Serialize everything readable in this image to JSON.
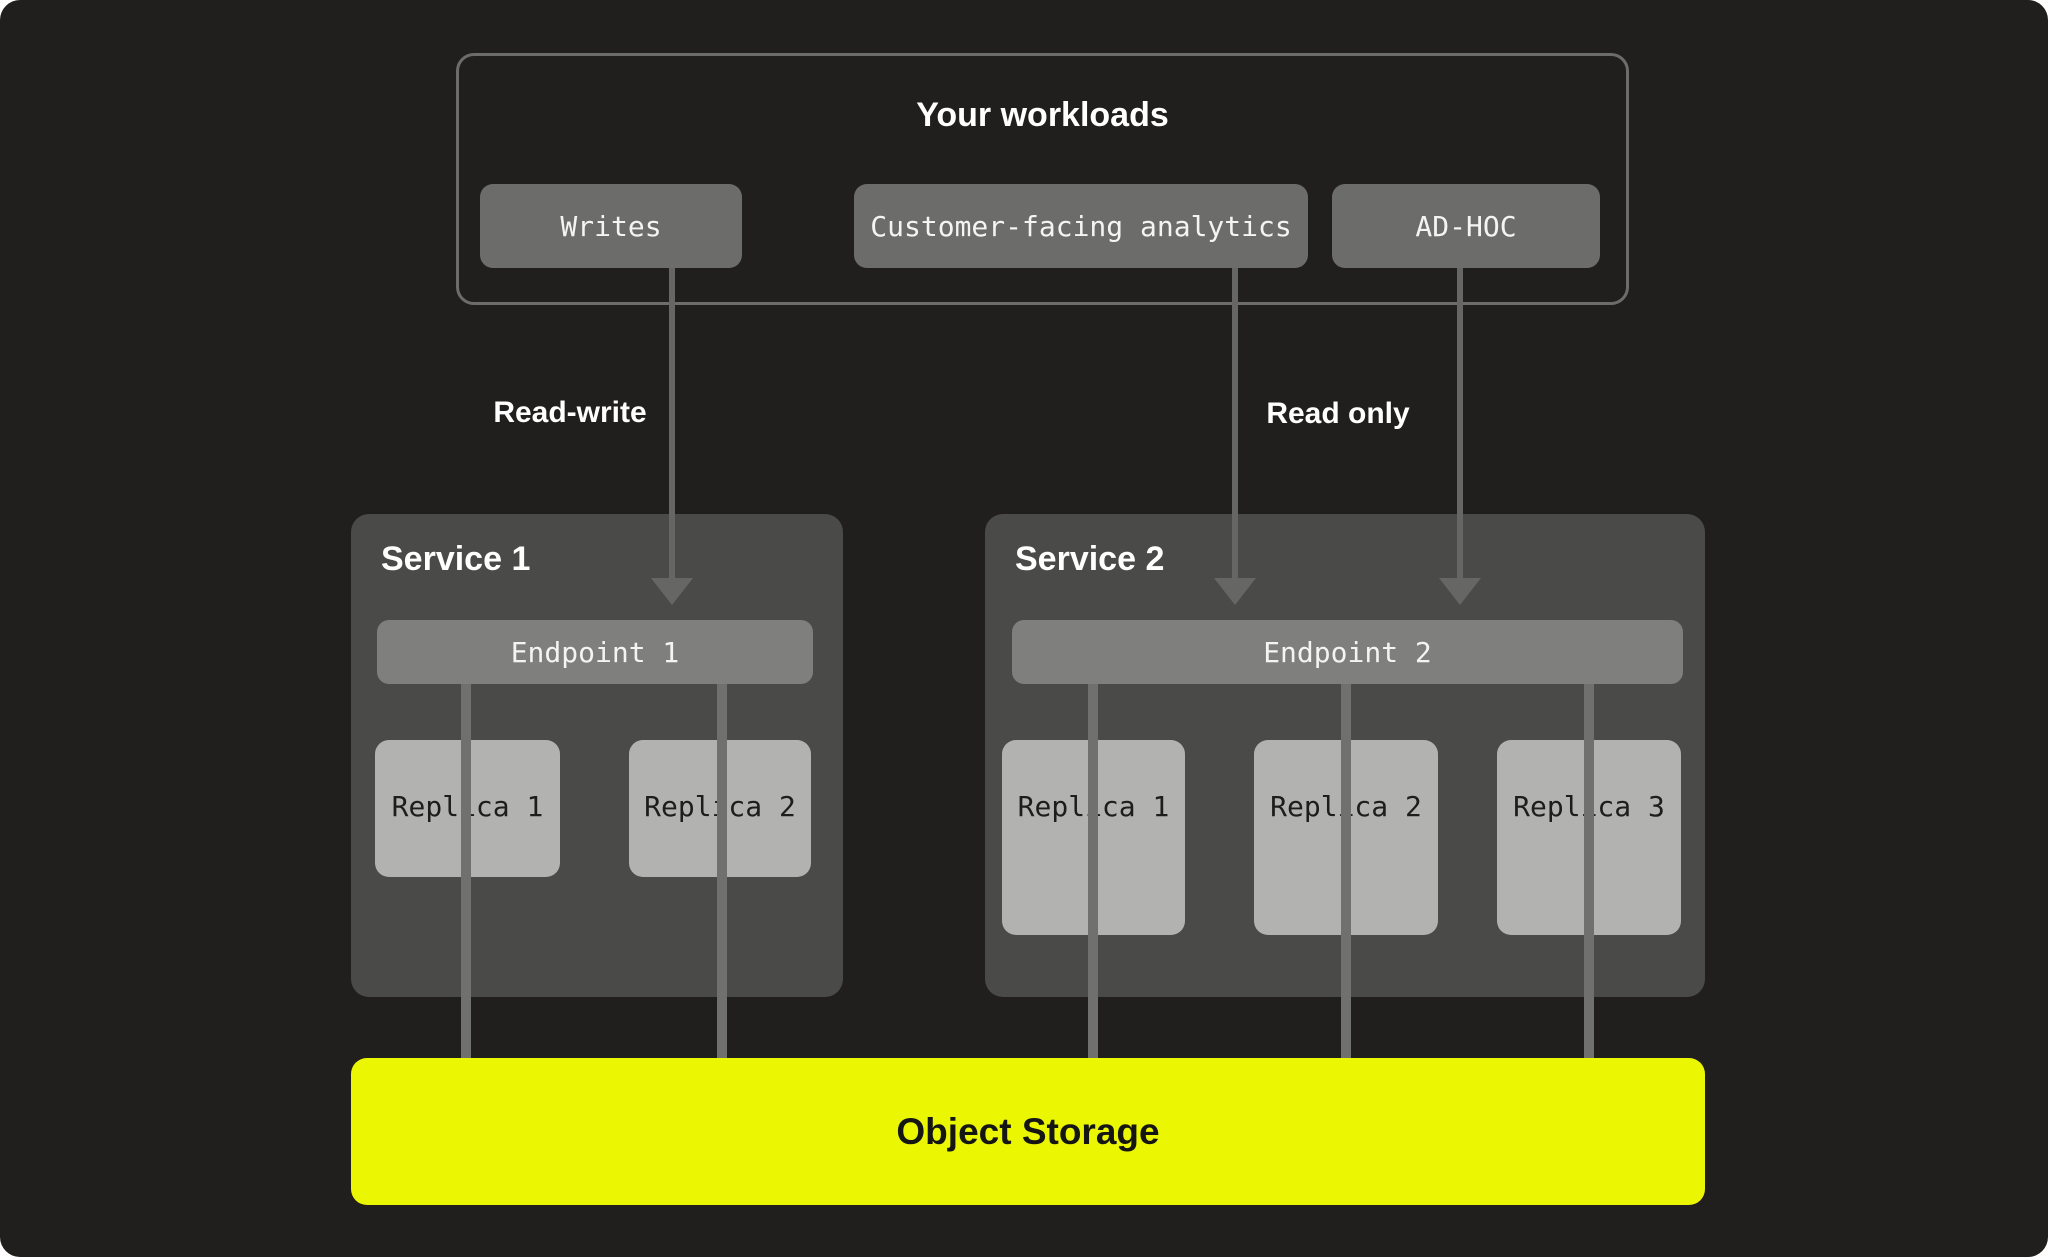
{
  "workloads": {
    "title": "Your workloads",
    "items": [
      {
        "label": "Writes"
      },
      {
        "label": "Customer-facing analytics"
      },
      {
        "label": "AD-HOC"
      }
    ]
  },
  "flows": {
    "read_write": "Read-write",
    "read_only": "Read only"
  },
  "services": [
    {
      "name": "Service 1",
      "endpoint": "Endpoint 1",
      "replicas": [
        {
          "label": "Replica 1"
        },
        {
          "label": "Replica 2"
        }
      ]
    },
    {
      "name": "Service 2",
      "endpoint": "Endpoint 2",
      "replicas": [
        {
          "label": "Replica 1"
        },
        {
          "label": "Replica 2"
        },
        {
          "label": "Replica 3"
        }
      ]
    }
  ],
  "storage": {
    "label": "Object Storage"
  },
  "colors": {
    "page_bg": "#ffffff",
    "canvas_bg": "#201f1d",
    "container_border": "#6c6c6a",
    "workload_node_bg": "#6c6c6a",
    "service_bg": "#4a4a48",
    "endpoint_bg": "#7f7f7d",
    "replica_bg": "#b2b2b0",
    "connector": "#70706e",
    "arrow": "#666664",
    "storage_bg": "#eaf602",
    "text_light": "#ffffff",
    "text_dark": "#1d1d1b"
  }
}
